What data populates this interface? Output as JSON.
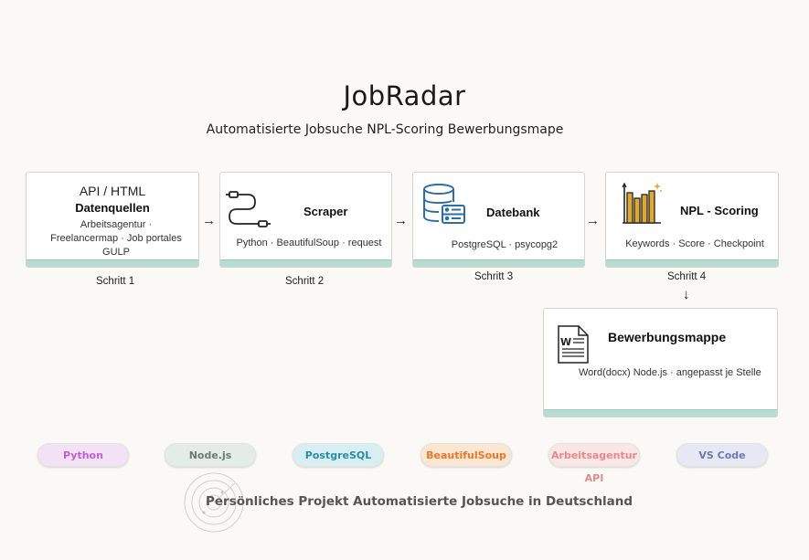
{
  "header": {
    "title": "JobRadar",
    "subtitle": "Automatisierte Jobsuche  NPL-Scoring Bewerbungsmape"
  },
  "nodes": [
    {
      "id": "datenquellen",
      "line1": "API / HTML",
      "title": "Datenquellen",
      "desc1": "Arbeitsagentur ·",
      "desc2": "Freelancermap · Job portales",
      "desc3": "GULP",
      "step": "Schritt 1"
    },
    {
      "id": "scraper",
      "title": "Scraper",
      "desc": "Python · BeautifulSoup · request",
      "step": "Schritt 2",
      "icon": "cable-icon"
    },
    {
      "id": "datebank",
      "title": "Datebank",
      "desc": "PostgreSQL · psycopg2",
      "step": "Schritt 3",
      "icon": "database-icon"
    },
    {
      "id": "scoring",
      "title": "NPL - Scoring",
      "desc": "Keywords · Score · Checkpoint",
      "step": "Schritt 4",
      "icon": "bar-chart-icon"
    },
    {
      "id": "bewerbung",
      "title": "Bewerbungsmappe",
      "desc": "Word(docx) Node.js · angepasst je Stelle",
      "icon": "word-document-icon"
    }
  ],
  "arrows": {
    "right": "→",
    "down": "↓"
  },
  "tech": [
    {
      "label": "Python",
      "bg": "#f3e1f5",
      "fg": "#c05fd3"
    },
    {
      "label": "Node.js",
      "bg": "#e4ece8",
      "fg": "#6b7a73"
    },
    {
      "label": "PostgreSQL",
      "bg": "#d7eff3",
      "fg": "#2b8ca2"
    },
    {
      "label": "BeautifulSoup",
      "bg": "#fbe6d2",
      "fg": "#e8772b"
    },
    {
      "label": "Arbeitsagentur API",
      "bg": "#fbe6e6",
      "fg": "#e58a8a"
    },
    {
      "label": "VS Code",
      "bg": "#e6e9f3",
      "fg": "#6a7bb0"
    }
  ],
  "footer": {
    "text": "Persönliches Projekt Automatisierte Jobsuche in Deutschland"
  },
  "colors": {
    "accent_teal": "#b7dcd1",
    "db_blue": "#2b6ea8",
    "chart_gold": "#e0a82e"
  }
}
